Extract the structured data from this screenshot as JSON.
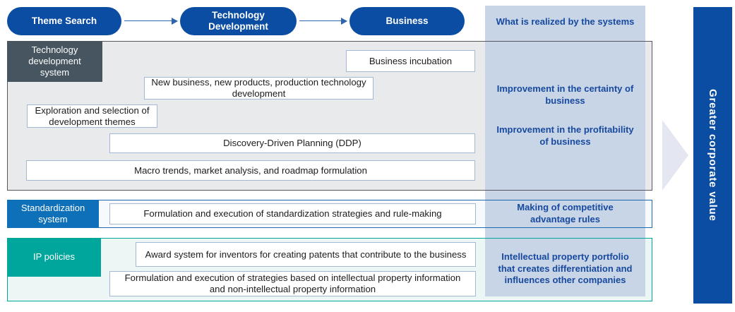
{
  "colors": {
    "navy": "#0b4da2",
    "flow_arrow_blue": "#2f65ae",
    "band_blue": "#c8d5e7",
    "result_text_blue": "#17499e",
    "main_label_slate": "#46555f",
    "main_section_gray": "#e9eaec",
    "main_border_gray": "#54585c",
    "standardization_blue": "#0d70b8",
    "ip_teal": "#00a69b",
    "box_border_blue": "#a3b8d3",
    "outcome_arrow_lavender": "#e4e6f2"
  },
  "flow": {
    "steps": [
      {
        "label": "Theme Search"
      },
      {
        "label": "Technology Development"
      },
      {
        "label": "Business"
      }
    ]
  },
  "results_header": "What is realized by the systems",
  "sections": [
    {
      "label": "Technology development system",
      "boxes": [
        "Business incubation",
        "New business, new products, production technology development",
        "Exploration and selection of development themes",
        "Discovery-Driven Planning (DDP)",
        "Macro trends, market analysis, and roadmap formulation"
      ],
      "results": [
        "Improvement in the certainty of business",
        "Improvement in the profitability of business"
      ]
    },
    {
      "label": "Standardization system",
      "boxes": [
        "Formulation and execution of standardization strategies and rule-making"
      ],
      "results": [
        "Making of competitive advantage rules"
      ]
    },
    {
      "label": "IP policies",
      "boxes": [
        "Award system for inventors for creating patents that contribute to the business",
        "Formulation and execution of strategies based on intellectual property information and non-intellectual property information"
      ],
      "results": [
        "Intellectual property portfolio that creates differentiation and influences other companies"
      ]
    }
  ],
  "outcome": "Greater corporate value"
}
